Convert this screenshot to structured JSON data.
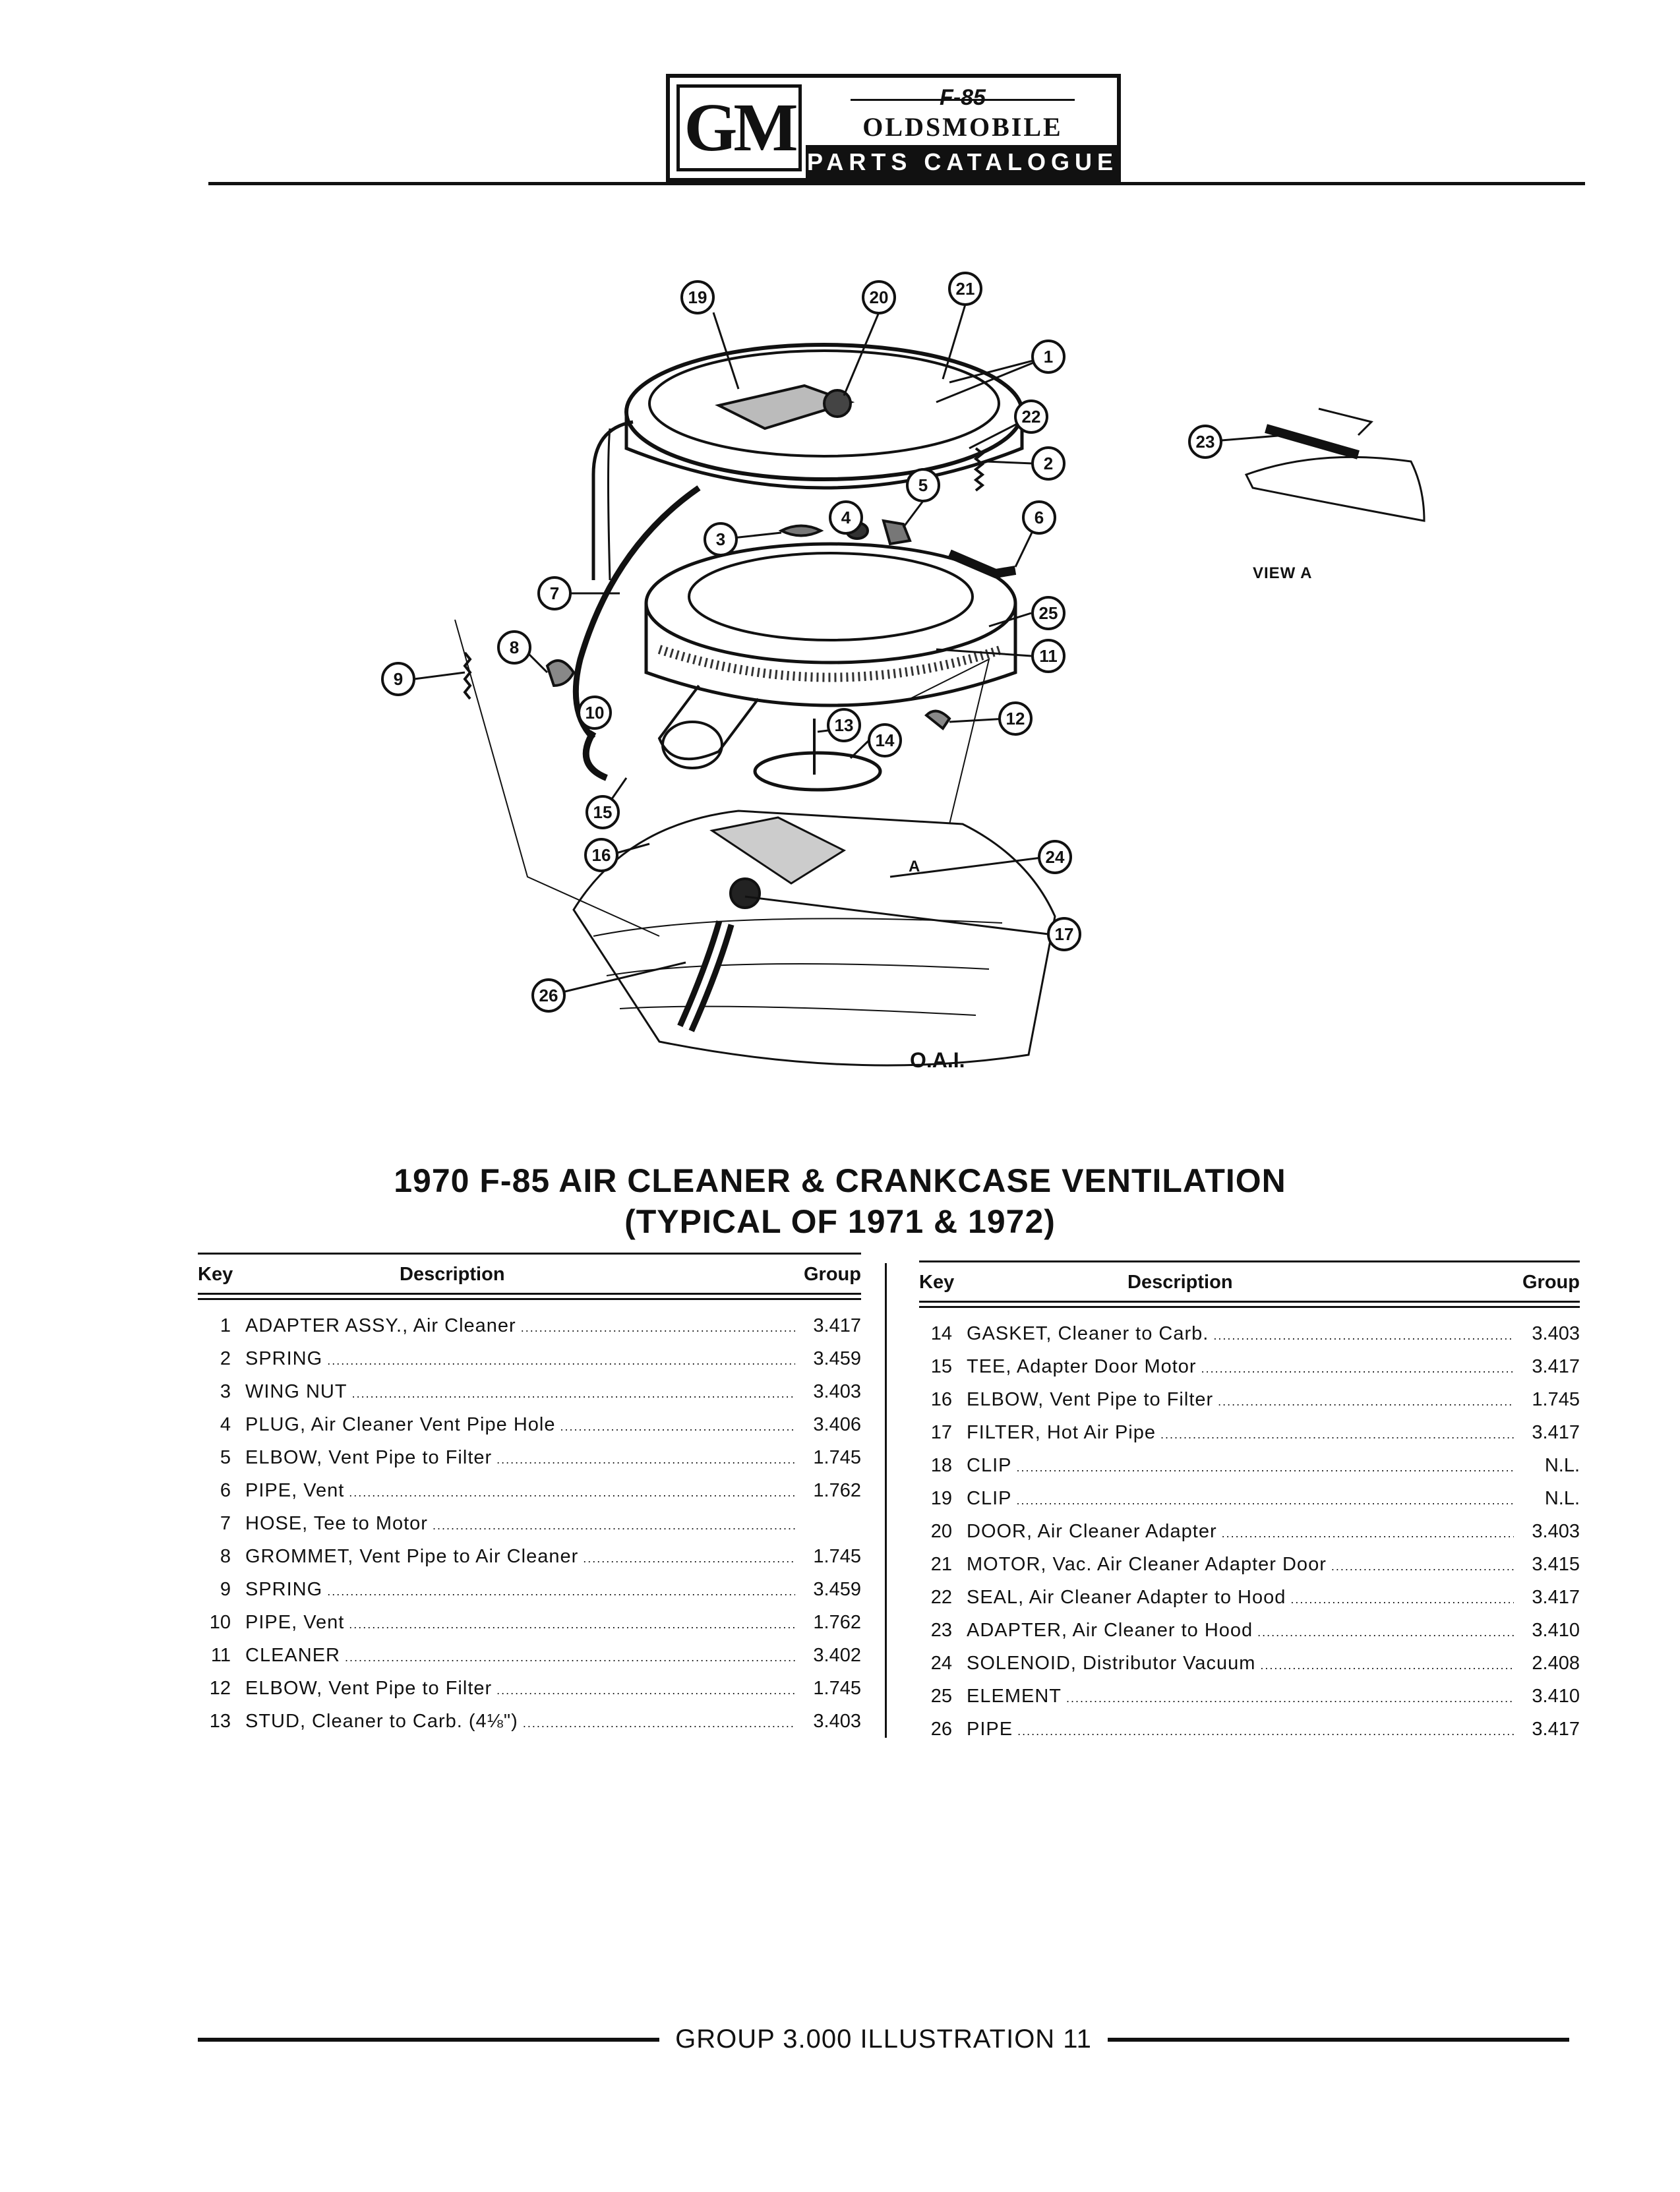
{
  "header": {
    "logo_left": "GM",
    "logo_model": "F-85",
    "logo_brand": "OLDSMOBILE",
    "logo_catalogue": "PARTS CATALOGUE"
  },
  "diagram": {
    "callouts": [
      "1",
      "2",
      "3",
      "4",
      "5",
      "6",
      "7",
      "8",
      "9",
      "10",
      "11",
      "12",
      "13",
      "14",
      "15",
      "16",
      "17",
      "19",
      "20",
      "21",
      "22",
      "23",
      "24",
      "25",
      "26"
    ],
    "view_label": "VIEW A",
    "oai_label": "O.A.I.",
    "view_marker": "A"
  },
  "title": {
    "line1": "1970 F-85 AIR CLEANER & CRANKCASE VENTILATION",
    "line2": "(TYPICAL OF 1971 & 1972)"
  },
  "table": {
    "headers": {
      "key": "Key",
      "description": "Description",
      "group": "Group"
    },
    "left": [
      {
        "key": "1",
        "description": "ADAPTER ASSY., Air Cleaner",
        "group": "3.417"
      },
      {
        "key": "2",
        "description": "SPRING",
        "group": "3.459"
      },
      {
        "key": "3",
        "description": "WING NUT",
        "group": "3.403"
      },
      {
        "key": "4",
        "description": "PLUG, Air Cleaner Vent Pipe Hole",
        "group": "3.406"
      },
      {
        "key": "5",
        "description": "ELBOW, Vent Pipe to Filter",
        "group": "1.745"
      },
      {
        "key": "6",
        "description": "PIPE, Vent",
        "group": "1.762"
      },
      {
        "key": "7",
        "description": "HOSE, Tee to Motor",
        "group": ""
      },
      {
        "key": "8",
        "description": "GROMMET, Vent Pipe to Air Cleaner",
        "group": "1.745"
      },
      {
        "key": "9",
        "description": "SPRING",
        "group": "3.459"
      },
      {
        "key": "10",
        "description": "PIPE, Vent",
        "group": "1.762"
      },
      {
        "key": "11",
        "description": "CLEANER",
        "group": "3.402"
      },
      {
        "key": "12",
        "description": "ELBOW, Vent Pipe to Filter",
        "group": "1.745"
      },
      {
        "key": "13",
        "description": "STUD, Cleaner to Carb. (4⅛\")",
        "group": "3.403"
      }
    ],
    "right": [
      {
        "key": "14",
        "description": "GASKET, Cleaner to Carb.",
        "group": "3.403"
      },
      {
        "key": "15",
        "description": "TEE, Adapter Door Motor",
        "group": "3.417"
      },
      {
        "key": "16",
        "description": "ELBOW, Vent Pipe to Filter",
        "group": "1.745"
      },
      {
        "key": "17",
        "description": "FILTER, Hot Air Pipe",
        "group": "3.417"
      },
      {
        "key": "18",
        "description": "CLIP",
        "group": "N.L."
      },
      {
        "key": "19",
        "description": "CLIP",
        "group": "N.L."
      },
      {
        "key": "20",
        "description": "DOOR, Air Cleaner Adapter",
        "group": "3.403"
      },
      {
        "key": "21",
        "description": "MOTOR, Vac. Air Cleaner Adapter Door",
        "group": "3.415"
      },
      {
        "key": "22",
        "description": "SEAL, Air Cleaner Adapter to Hood",
        "group": "3.417"
      },
      {
        "key": "23",
        "description": "ADAPTER, Air Cleaner to Hood",
        "group": "3.410"
      },
      {
        "key": "24",
        "description": "SOLENOID, Distributor Vacuum",
        "group": "2.408"
      },
      {
        "key": "25",
        "description": "ELEMENT",
        "group": "3.410"
      },
      {
        "key": "26",
        "description": "PIPE",
        "group": "3.417"
      }
    ]
  },
  "footer": {
    "text": "GROUP 3.000 ILLUSTRATION 11"
  }
}
